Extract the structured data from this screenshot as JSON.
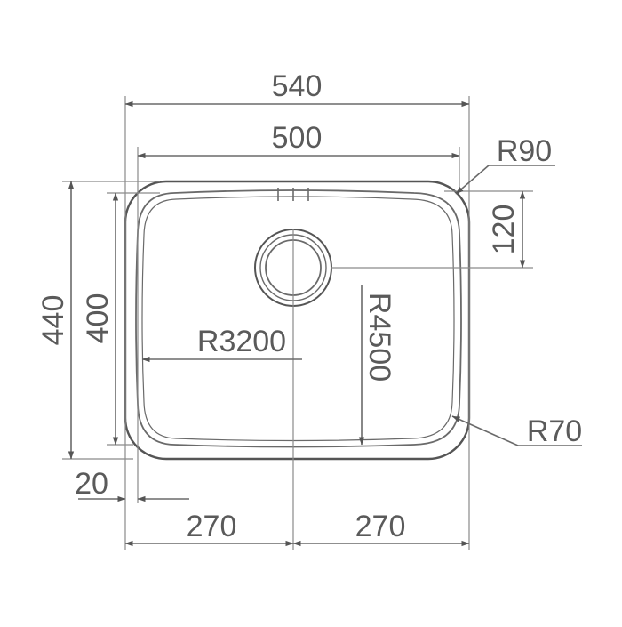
{
  "drawing": {
    "labels": {
      "overall_width": "540",
      "bowl_width": "500",
      "overall_depth": "440",
      "bowl_depth": "400",
      "corner_radius_outer": "R90",
      "corner_radius_inner": "R70",
      "drain_offset": "120",
      "radius_x": "R3200",
      "radius_y": "R4500",
      "rim_width": "20",
      "half_left": "270",
      "half_right": "270"
    }
  },
  "colors": {
    "line": "#555555",
    "text": "#5a5a5a",
    "background": "#ffffff"
  }
}
